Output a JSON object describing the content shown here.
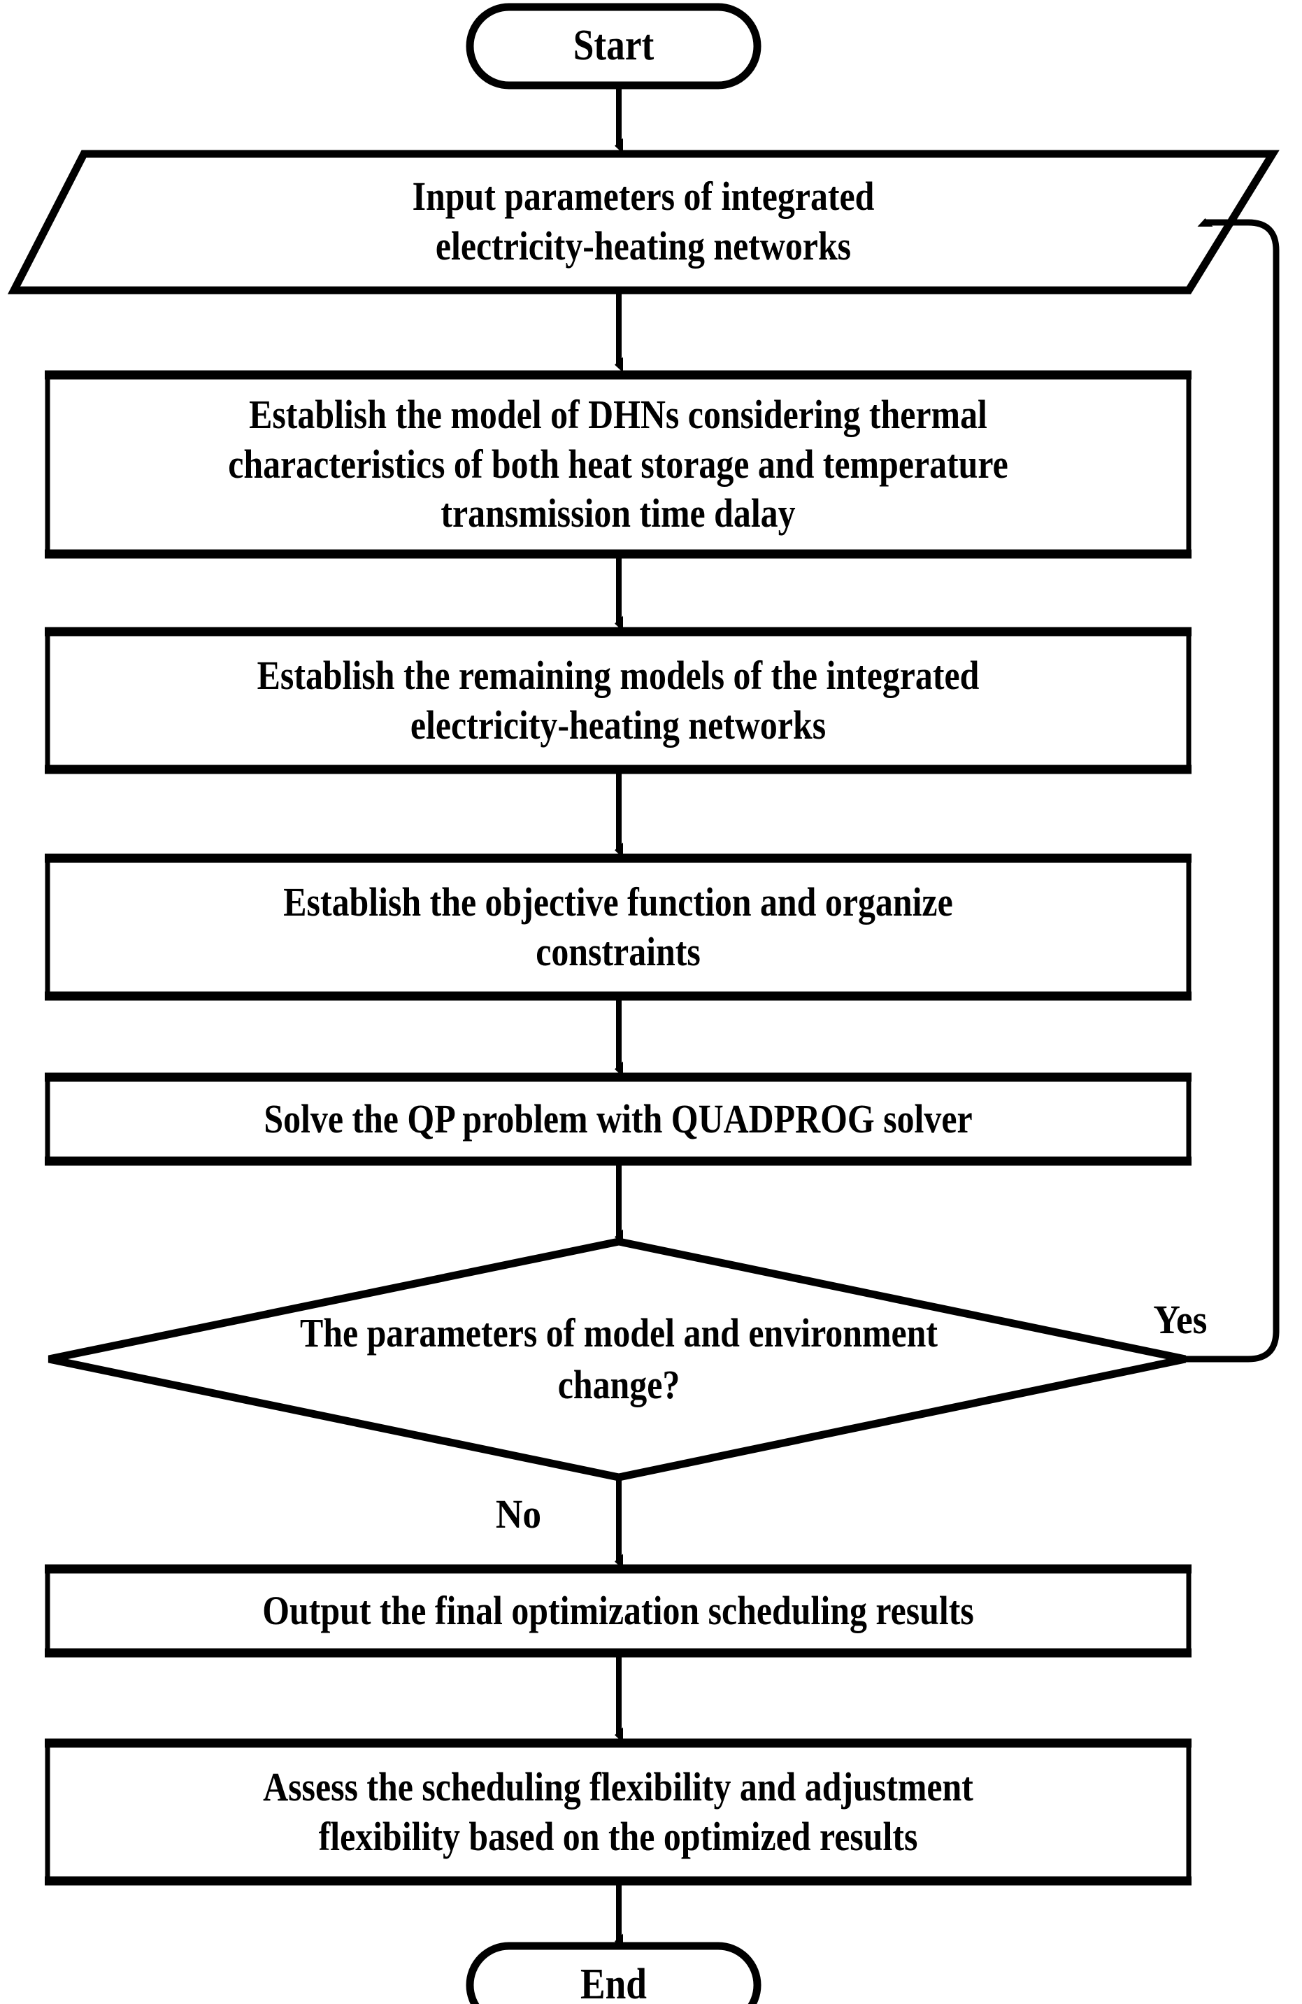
{
  "diagram": {
    "type": "flowchart",
    "orientation": "top-to-bottom",
    "background_color": "#ffffff",
    "line_color": "#000000",
    "text_color": "#000000",
    "nodes": [
      {
        "id": "start",
        "shape": "terminator",
        "label": "Start",
        "icon": "start-terminator-icon"
      },
      {
        "id": "input-parameters",
        "shape": "parallelogram",
        "label": "Input parameters of integrated\nelectricity-heating networks",
        "icon": "input-output-icon"
      },
      {
        "id": "establish-dhn-model",
        "shape": "rectangle",
        "label": "Establish the model of DHNs considering thermal\ncharacteristics of both heat storage and temperature\ntransmission time dalay",
        "icon": "process-icon"
      },
      {
        "id": "establish-remaining-models",
        "shape": "rectangle",
        "label": "Establish the remaining models of the integrated\nelectricity-heating networks",
        "icon": "process-icon"
      },
      {
        "id": "establish-objective",
        "shape": "rectangle",
        "label": "Establish the objective function and organize\nconstraints",
        "icon": "process-icon"
      },
      {
        "id": "solve-qp",
        "shape": "rectangle",
        "label": "Solve the QP problem with QUADPROG solver",
        "icon": "process-icon"
      },
      {
        "id": "parameters-change",
        "shape": "diamond",
        "label": "The parameters of model and environment\nchange?",
        "icon": "decision-icon"
      },
      {
        "id": "output-results",
        "shape": "rectangle",
        "label": "Output the final optimization scheduling results",
        "icon": "process-icon"
      },
      {
        "id": "assess-flexibility",
        "shape": "rectangle",
        "label": "Assess the scheduling flexibility and adjustment\nflexibility based on the optimized results",
        "icon": "process-icon"
      },
      {
        "id": "end",
        "shape": "terminator",
        "label": "End",
        "icon": "end-terminator-icon"
      }
    ],
    "edges": [
      {
        "id": "start-to-input",
        "from": "start",
        "to": "input-parameters",
        "label": ""
      },
      {
        "id": "input-to-dhn",
        "from": "input-parameters",
        "to": "establish-dhn-model",
        "label": ""
      },
      {
        "id": "dhn-to-remaining",
        "from": "establish-dhn-model",
        "to": "establish-remaining-models",
        "label": ""
      },
      {
        "id": "remaining-to-objective",
        "from": "establish-remaining-models",
        "to": "establish-objective",
        "label": ""
      },
      {
        "id": "objective-to-solve",
        "from": "establish-objective",
        "to": "solve-qp",
        "label": ""
      },
      {
        "id": "solve-to-decision",
        "from": "solve-qp",
        "to": "parameters-change",
        "label": ""
      },
      {
        "id": "decision-yes-feedback",
        "from": "parameters-change",
        "to": "input-parameters",
        "label": "Yes"
      },
      {
        "id": "decision-no-to-output",
        "from": "parameters-change",
        "to": "output-results",
        "label": "No"
      },
      {
        "id": "output-to-assess",
        "from": "output-results",
        "to": "assess-flexibility",
        "label": ""
      },
      {
        "id": "assess-to-end",
        "from": "assess-flexibility",
        "to": "end",
        "label": ""
      }
    ]
  }
}
